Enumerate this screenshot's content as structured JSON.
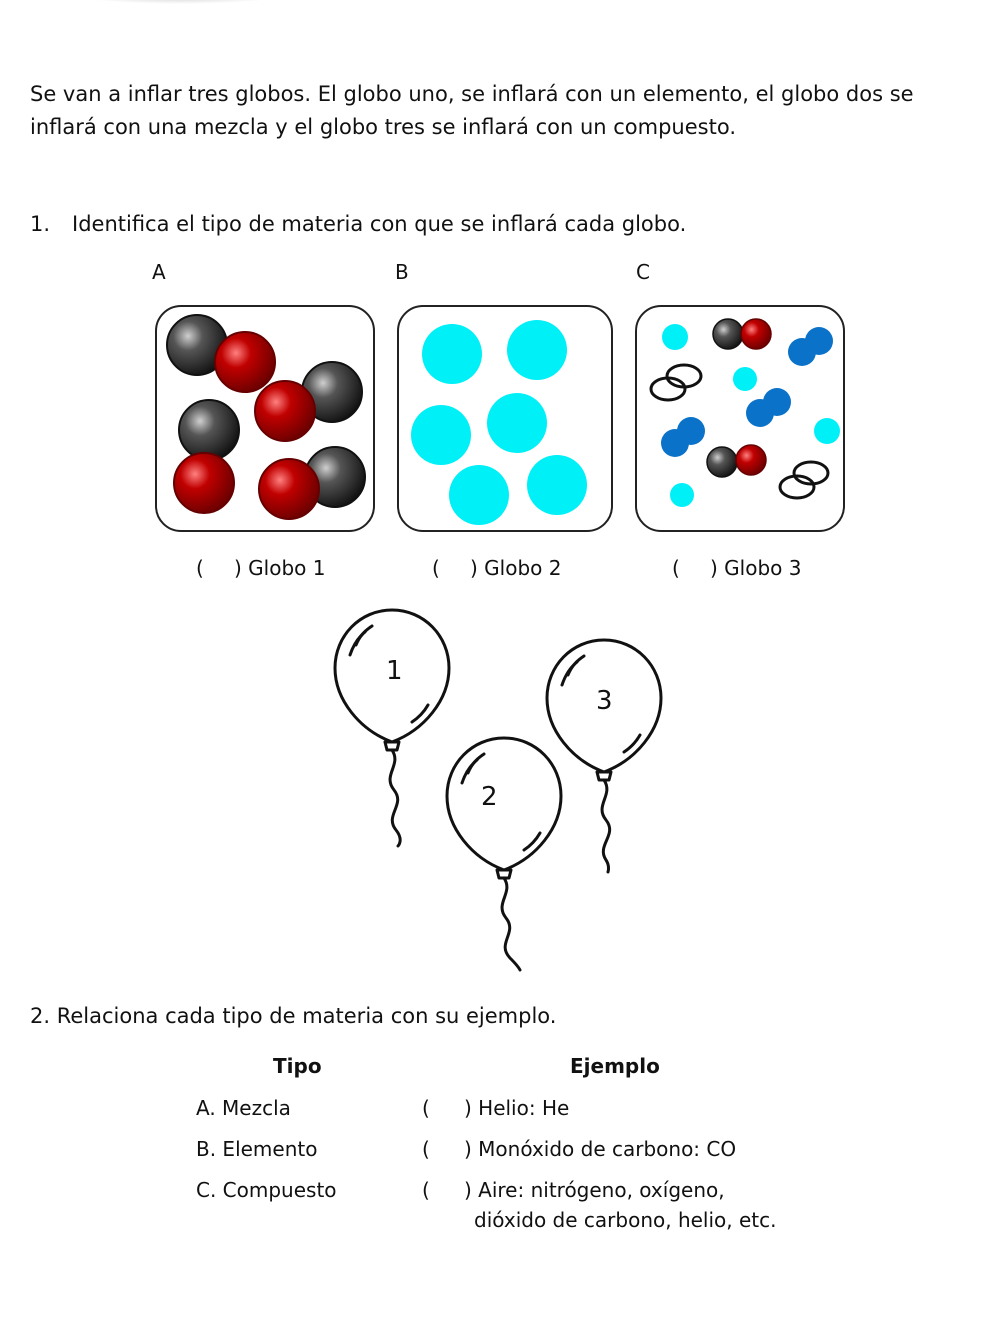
{
  "intro": "Se van a inflar tres globos. El globo uno, se inflará con un elemento, el globo dos se inflará con una mezcla y el globo tres se inflará con un compuesto.",
  "question1": {
    "number": "1.",
    "text": "Identifica el tipo de materia con que se inflará cada globo."
  },
  "boxes": {
    "a": {
      "letter": "A"
    },
    "b": {
      "letter": "B"
    },
    "c": {
      "letter": "C"
    }
  },
  "options": [
    {
      "paren": "(",
      "close": ")",
      "label": "Globo 1"
    },
    {
      "paren": "(",
      "close": ")",
      "label": "Globo 2"
    },
    {
      "paren": "(",
      "close": ")",
      "label": "Globo 3"
    }
  ],
  "balloons": [
    {
      "label": "1"
    },
    {
      "label": "2"
    },
    {
      "label": "3"
    }
  ],
  "question2": {
    "text": "2. Relaciona cada tipo de materia con su ejemplo."
  },
  "table": {
    "header_tipo": "Tipo",
    "header_ejemplo": "Ejemplo",
    "rows": [
      {
        "tipo": "A. Mezcla",
        "paren": "(",
        "ejemplo": ") Helio: He",
        "ejemplo2": ""
      },
      {
        "tipo": "B. Elemento",
        "paren": "(",
        "ejemplo": ") Monóxido de carbono: CO",
        "ejemplo2": ""
      },
      {
        "tipo": "C. Compuesto",
        "paren": "(",
        "ejemplo": ") Aire: nitrógeno, oxígeno,",
        "ejemplo2": "dióxido de carbono, helio, etc."
      }
    ]
  },
  "colors": {
    "red": "#c00000",
    "dark": "#333333",
    "cyan": "#00f0f8",
    "blue": "#0a72c8"
  }
}
